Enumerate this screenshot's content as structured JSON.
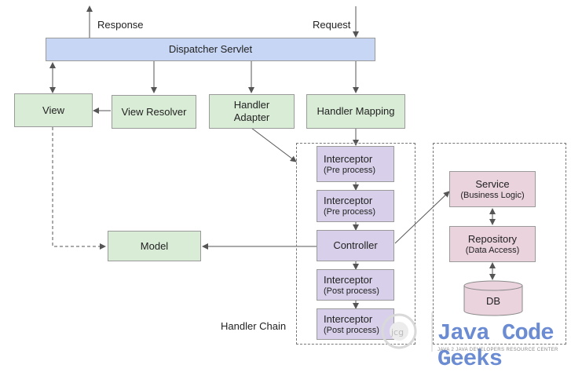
{
  "diagram": {
    "labels": {
      "response": "Response",
      "request": "Request",
      "handler_chain": "Handler Chain"
    },
    "boxes": {
      "dispatcher": "Dispatcher Servlet",
      "view": "View",
      "view_resolver": "View Resolver",
      "handler_adapter": "Handler\nAdapter",
      "handler_mapping": "Handler Mapping",
      "model": "Model",
      "interceptor1": {
        "title": "Interceptor",
        "sub": "(Pre process)"
      },
      "interceptor2": {
        "title": "Interceptor",
        "sub": "(Pre process)"
      },
      "controller": "Controller",
      "interceptor3": {
        "title": "Interceptor",
        "sub": "(Post process)"
      },
      "interceptor4": {
        "title": "Interceptor",
        "sub": "(Post process)"
      },
      "service": {
        "title": "Service",
        "sub": "(Business Logic)"
      },
      "repository": {
        "title": "Repository",
        "sub": "(Data Access)"
      },
      "db": "DB"
    },
    "colors": {
      "dispatcher": "#c6d6f4",
      "green": "#d9ecd6",
      "purple": "#d8d0ea",
      "pink": "#ead3dd",
      "line": "#555555"
    }
  },
  "watermark": {
    "name": "Java Code Geeks",
    "tagline": "JAVA 2 JAVA DEVELOPERS RESOURCE CENTER"
  }
}
